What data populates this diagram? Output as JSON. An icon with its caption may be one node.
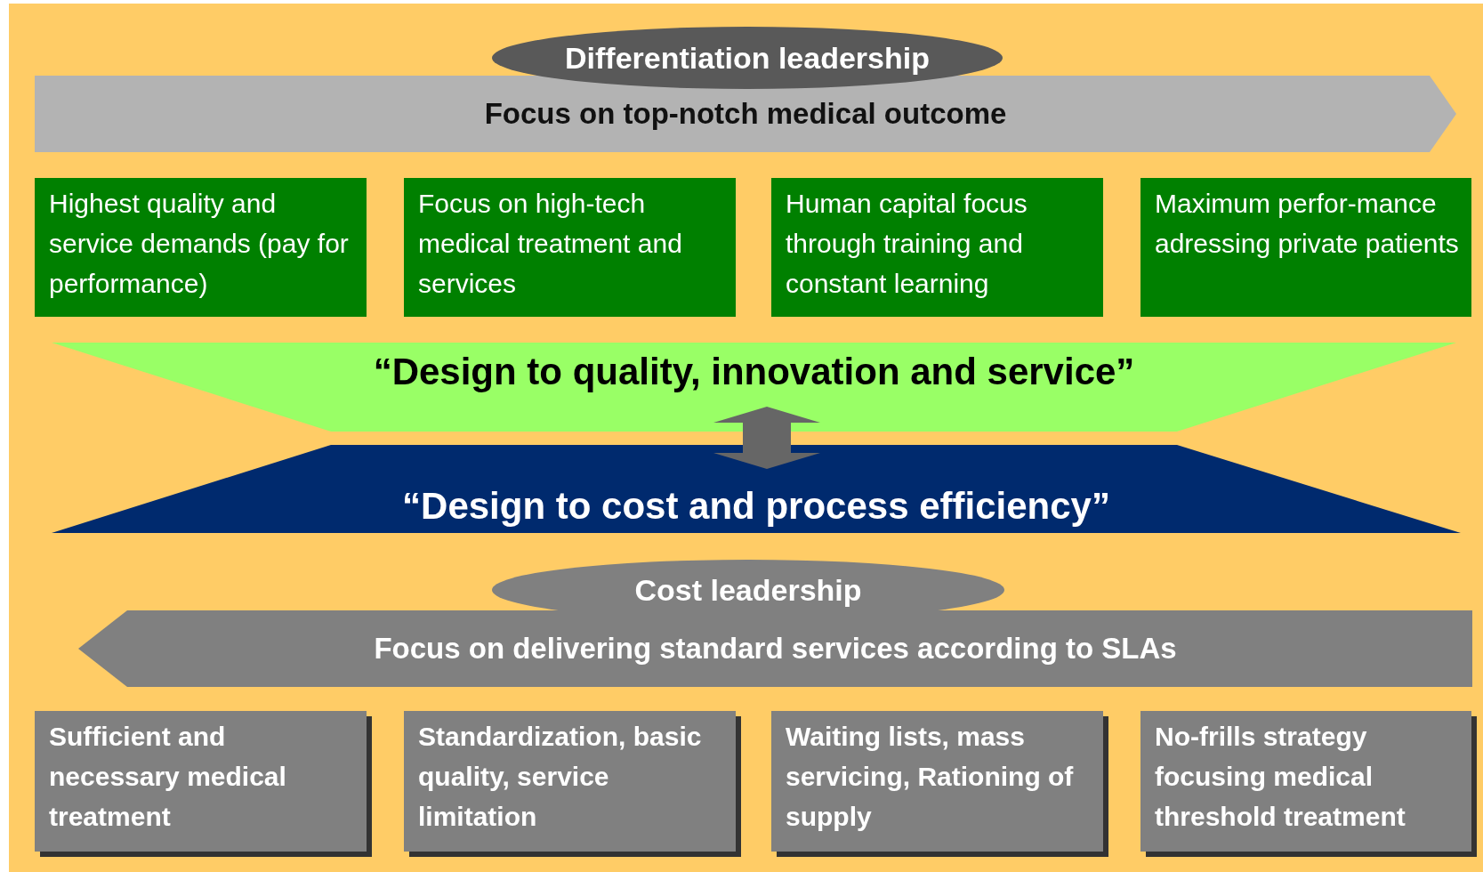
{
  "diagram": {
    "nodes": [
      {
        "text": [
          "Differentiation leadership"
        ]
      },
      {
        "text": [
          "Focus on top-notch medical outcome"
        ]
      },
      {
        "text": [
          "Highest quality and service demands (pay for performance)"
        ]
      },
      {
        "text": [
          "Focus on high-tech medical treatment and services"
        ]
      },
      {
        "text": [
          "Human capital focus through training and constant learning"
        ]
      },
      {
        "text": [
          "Maximum perfor-mance adressing private patients"
        ]
      },
      {
        "text": [
          "“Design to quality, innovation and service”"
        ]
      },
      {
        "text": [
          "“Design to cost and process efficiency”"
        ]
      },
      {
        "text": [
          "Cost leadership"
        ]
      },
      {
        "text": [
          "Focus on delivering standard services according to SLAs"
        ]
      },
      {
        "text": [
          "Sufficient and necessary medical treatment"
        ]
      },
      {
        "text": [
          "Standardization, basic quality, service limitation"
        ]
      },
      {
        "text": [
          "Waiting lists, mass servicing, Rationing of supply"
        ]
      },
      {
        "text": [
          "No-frills strategy focusing medical threshold treatment"
        ]
      }
    ],
    "edges": [
      {
        "from": 6,
        "to": 7,
        "arrow": "both"
      }
    ]
  }
}
